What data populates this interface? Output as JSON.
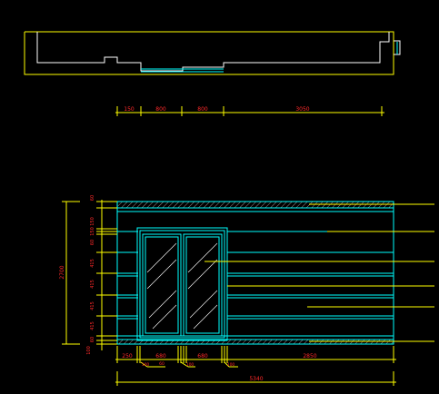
{
  "colors": {
    "background": "#000000",
    "wall": "#00ffff",
    "outline": "#ffff00",
    "text": "#ff2a2a",
    "leader": "#ffff00",
    "hatch": "#ffffff"
  },
  "plan_dims": [
    "150",
    "800",
    "800",
    "3050"
  ],
  "elev_bottom_dims": [
    "250",
    "680",
    "680",
    "2850"
  ],
  "elev_bottom_small": [
    "100",
    "60",
    "100",
    "100",
    "100"
  ],
  "elev_total": "5340",
  "elev_height": "2700",
  "elev_side_dims": [
    "60",
    "150",
    "150",
    "60",
    "415",
    "415",
    "415",
    "415",
    "60",
    "100"
  ]
}
